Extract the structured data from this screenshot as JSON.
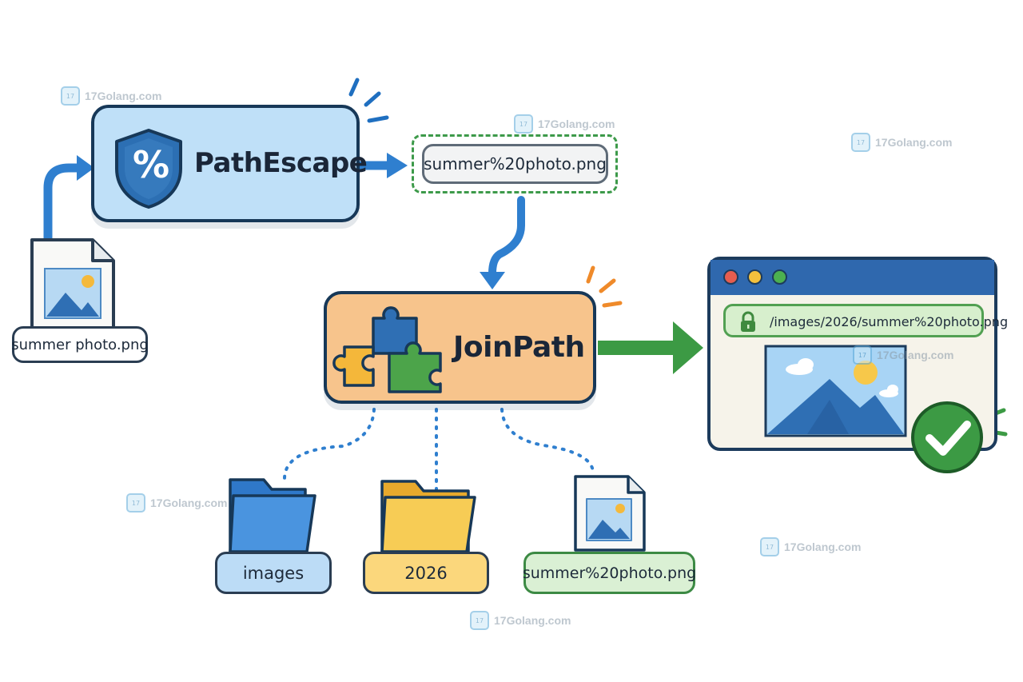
{
  "nodes": {
    "pathescape": {
      "title": "PathEscape",
      "badge": "%"
    },
    "joinpath": {
      "title": "JoinPath"
    }
  },
  "input": {
    "filename": "summer photo.png"
  },
  "escaped": {
    "value": "summer%20photo.png"
  },
  "segments": [
    {
      "label": "images",
      "icon": "folder-icon",
      "color": "#3a86d6"
    },
    {
      "label": "2026",
      "icon": "folder-icon",
      "color": "#f4bf3f"
    },
    {
      "label": "summer%20photo.png",
      "icon": "image-file-icon",
      "color": "#4ca44a"
    }
  ],
  "browser": {
    "url": "/images/2026/summer%20photo.png",
    "status_icon": "check-circle-icon"
  },
  "watermark": {
    "text": "17Golang.com"
  },
  "colors": {
    "pathescape_fill": "#bfe0f8",
    "joinpath_fill": "#f7c48c",
    "arrow_blue": "#2f7fcf",
    "arrow_green": "#3c9a44",
    "outline": "#173858"
  }
}
